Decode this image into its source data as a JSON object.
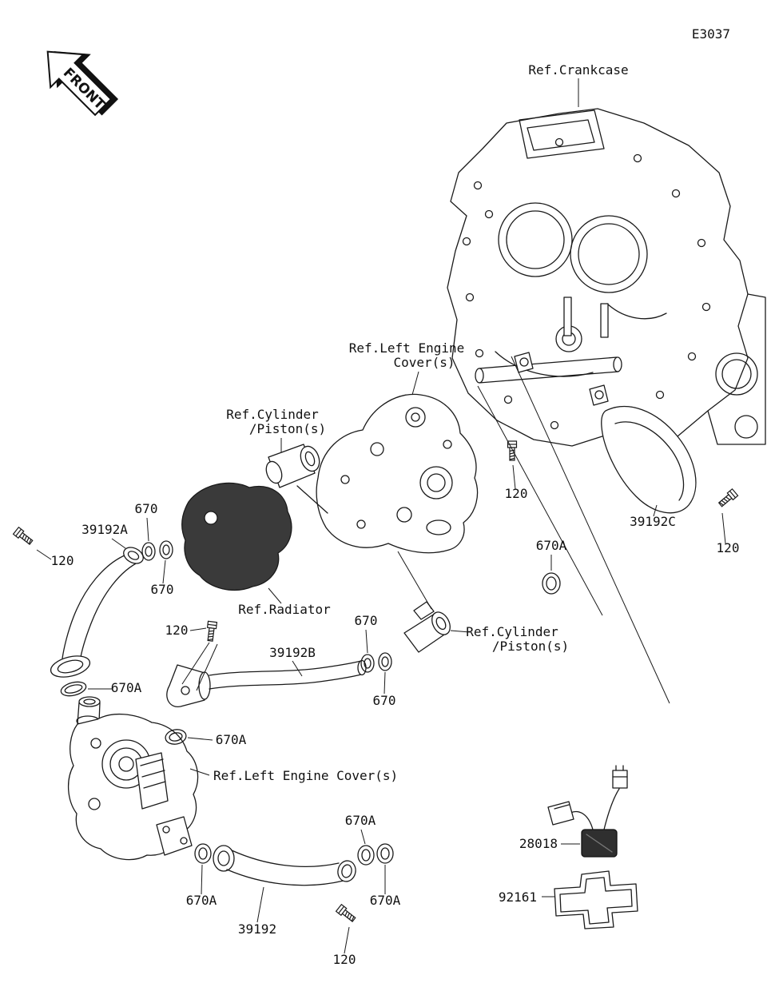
{
  "diagram": {
    "code": "E3037",
    "front_label": "FRONT",
    "refs": {
      "crankcase": "Ref.Crankcase",
      "left_engine_cover_line1": "Ref.Left Engine",
      "left_engine_cover_line2": "Cover(s)",
      "cylinder_piston_line1": "Ref.Cylinder",
      "cylinder_piston_line2": "/Piston(s)",
      "radiator": "Ref.Radiator",
      "left_engine_cover_full": "Ref.Left Engine Cover(s)"
    },
    "part_numbers": {
      "p120": "120",
      "p670": "670",
      "p670a": "670A",
      "p39192": "39192",
      "p39192a": "39192A",
      "p39192b": "39192B",
      "p39192c": "39192C",
      "p28018": "28018",
      "p92161": "92161"
    }
  }
}
